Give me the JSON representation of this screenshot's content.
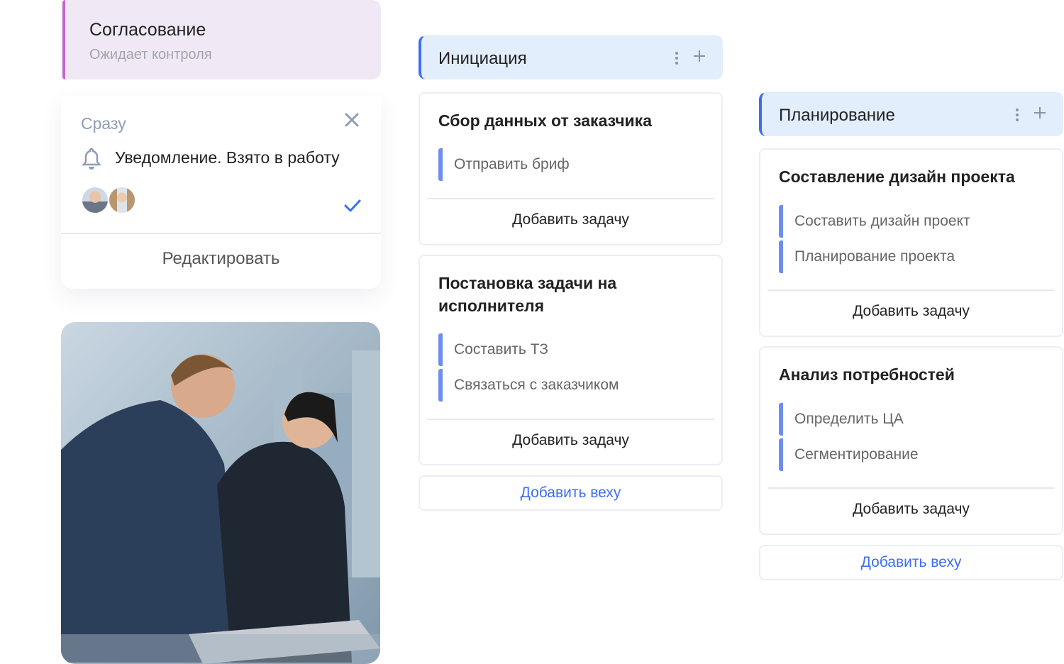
{
  "approval": {
    "title": "Согласование",
    "subtitle": "Ожидает контроля"
  },
  "notification": {
    "when": "Сразу",
    "message": "Уведомление. Взято в работу",
    "edit_label": "Редактировать"
  },
  "columns": [
    {
      "title": "Инициация",
      "cards": [
        {
          "title": "Сбор данных от заказчика",
          "tasks": [
            "Отправить бриф"
          ],
          "add_label": "Добавить задачу"
        },
        {
          "title_line1": "Постановка задачи на",
          "title_line2": "исполнителя",
          "tasks": [
            "Составить ТЗ",
            "Связаться с заказчиком"
          ],
          "add_label": "Добавить задачу"
        }
      ],
      "add_milestone": "Добавить веху"
    },
    {
      "title": "Планирование",
      "cards": [
        {
          "title": "Составление дизайн проекта",
          "tasks": [
            "Составить дизайн проект",
            "Планирование проекта"
          ],
          "add_label": "Добавить задачу"
        },
        {
          "title": "Анализ потребностей",
          "tasks": [
            "Определить ЦА",
            "Сегментирование"
          ],
          "add_label": "Добавить задачу"
        }
      ],
      "add_milestone": "Добавить веху"
    }
  ],
  "colors": {
    "accent": "#3d6ef5",
    "approval_bar": "#c166d0",
    "approval_bg": "#f1e8f6",
    "header_bg": "#e2eefb"
  }
}
